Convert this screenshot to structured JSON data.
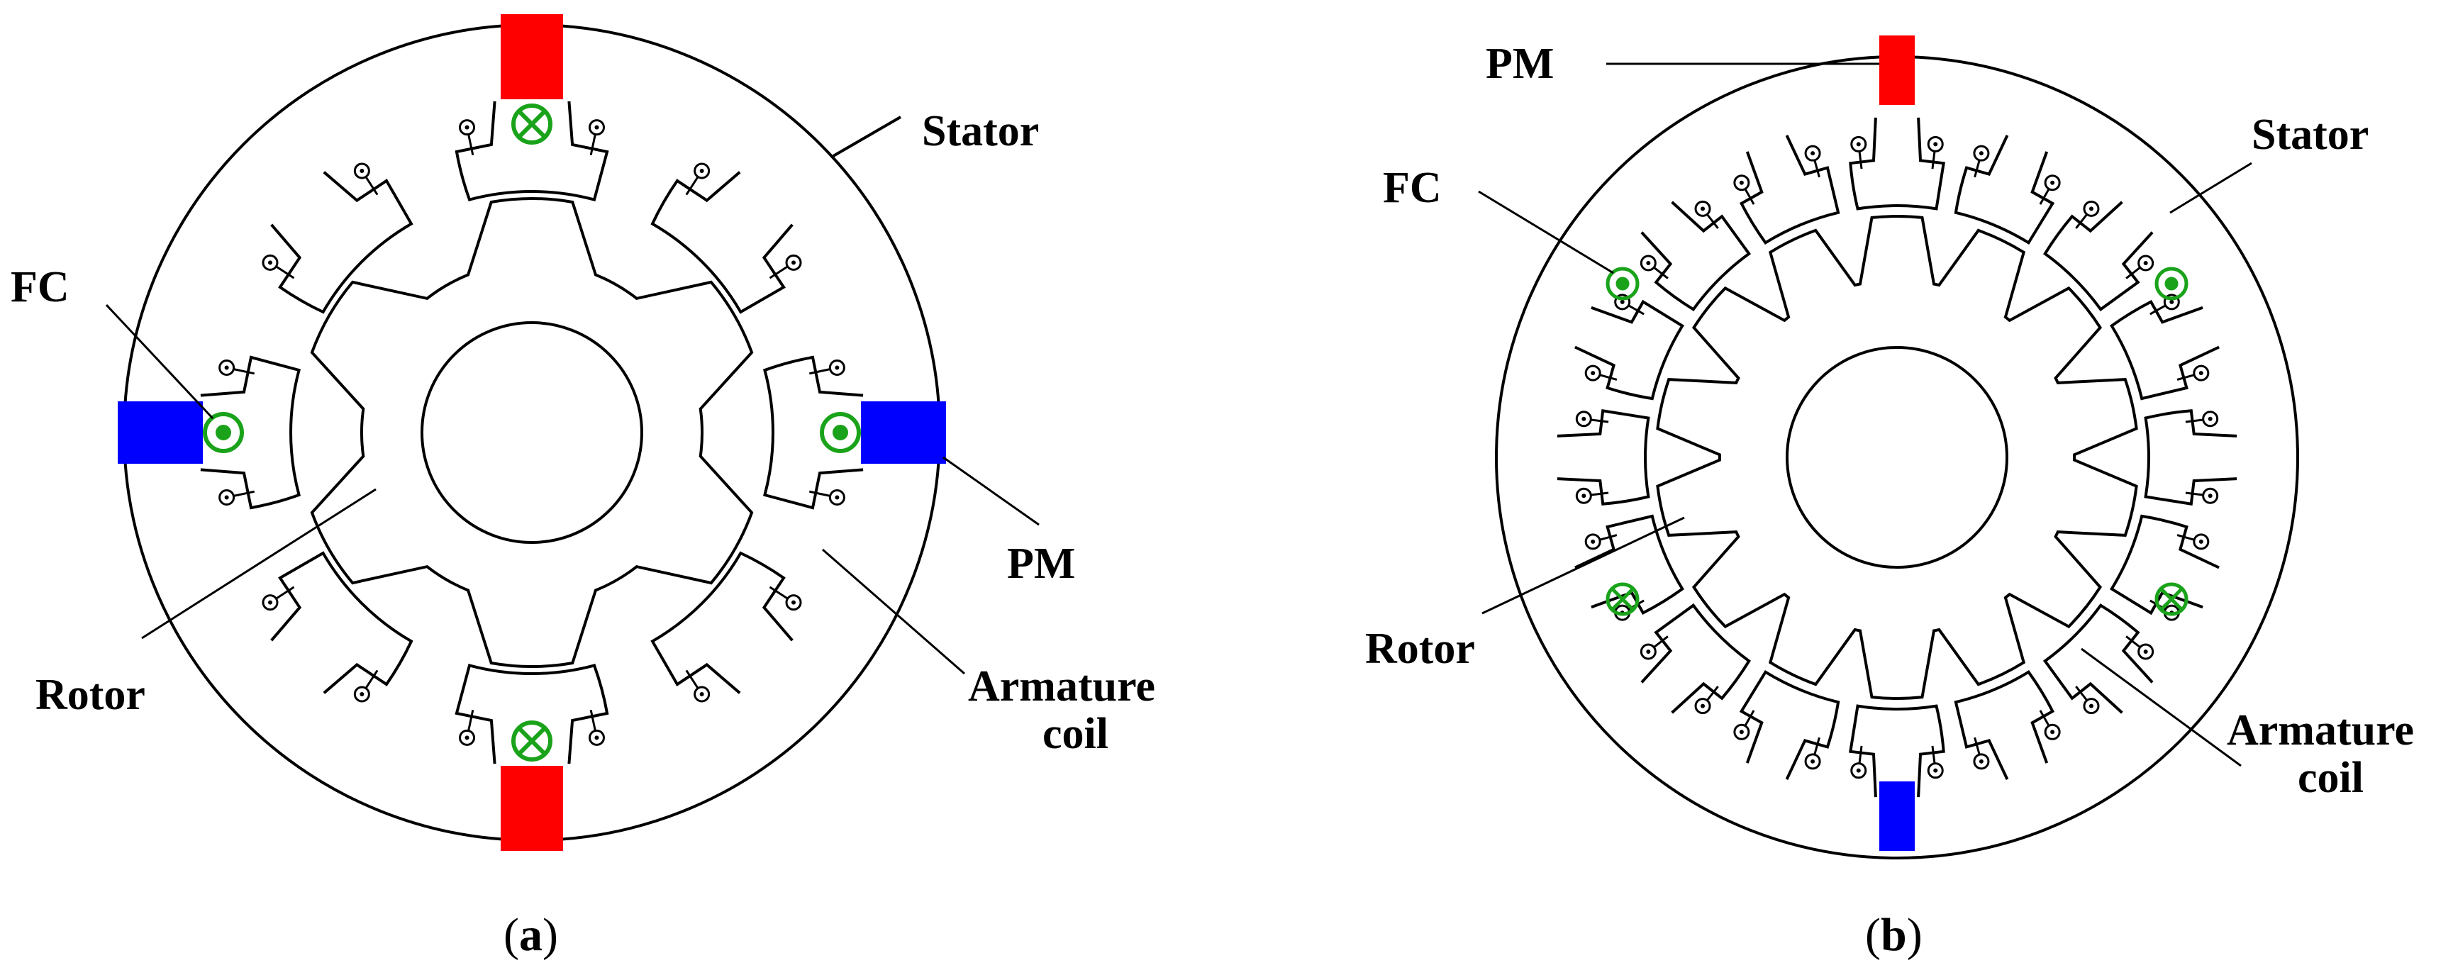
{
  "figure": {
    "panel_a": {
      "caption_open": "(",
      "caption_letter": "a",
      "caption_close": ")",
      "labels": {
        "stator": "Stator",
        "fc": "FC",
        "pm": "PM",
        "rotor": "Rotor",
        "armature_line1": "Armature",
        "armature_line2": "coil"
      },
      "stator_poles": 8,
      "rotor_poles": 6,
      "pm_count": 4
    },
    "panel_b": {
      "caption_open": "(",
      "caption_letter": "b",
      "caption_close": ")",
      "labels": {
        "pm": "PM",
        "stator": "Stator",
        "fc": "FC",
        "rotor": "Rotor",
        "armature_line1": "Armature",
        "armature_line2": "coil"
      },
      "stator_poles": 16,
      "rotor_poles": 14,
      "pm_count": 2
    },
    "colors": {
      "pm_red": "#ff0000",
      "pm_blue": "#0000ff",
      "fc_green": "#1aa31a",
      "line": "#000000"
    }
  }
}
